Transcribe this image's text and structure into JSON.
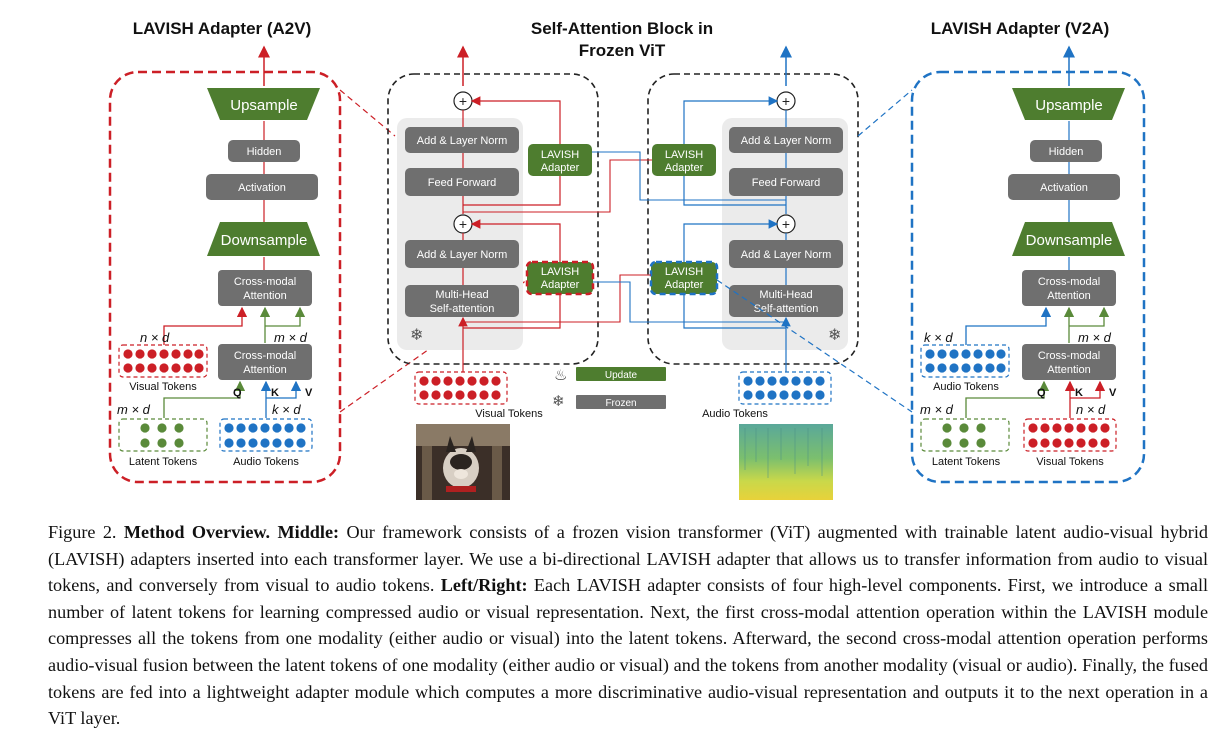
{
  "titles": {
    "left": "LAVISH Adapter (A2V)",
    "center_line1": "Self-Attention Block in",
    "center_line2": "Frozen ViT",
    "right": "LAVISH Adapter (V2A)"
  },
  "adapter": {
    "upsample": "Upsample",
    "hidden": "Hidden",
    "activation": "Activation",
    "downsample": "Downsample",
    "cross_modal_line1": "Cross-modal",
    "cross_modal_line2": "Attention",
    "q": "Q",
    "k": "K",
    "v": "V",
    "n_x_d": "n × d",
    "m_x_d": "m × d",
    "k_x_d": "k × d",
    "visual_tokens": "Visual Tokens",
    "audio_tokens": "Audio Tokens",
    "latent_tokens": "Latent Tokens"
  },
  "vit": {
    "add_layer_norm": "Add & Layer Norm",
    "feed_forward": "Feed Forward",
    "mhsa_line1": "Multi-Head",
    "mhsa_line2": "Self-attention",
    "lavish_line1": "LAVISH",
    "lavish_line2": "Adapter",
    "plus": "+"
  },
  "legend": {
    "update": "Update",
    "frozen": "Frozen"
  },
  "colors": {
    "red": "#cc1f26",
    "blue": "#1f73c4",
    "green": "#5a8a3a",
    "dark_green": "#4e7d2f",
    "gray_box": "#6f6f6f",
    "panel_bg": "#ebebeb"
  },
  "caption": {
    "fig_label": "Figure 2.",
    "method_overview": "Method Overview.",
    "middle_label": "Middle:",
    "s1": "Our framework consists of a frozen vision transformer (ViT) augmented with trainable latent audio-visual hybrid (",
    "lav1": "LAVISH",
    "s2": ") adapters inserted into each transformer layer. We use a bi-directional",
    "lav2": "LAVISH",
    "s3": "adapter that allows us to transfer information from audio to visual tokens, and conversely from visual to audio tokens.",
    "left_right_label": "Left/Right:",
    "s4": "Each",
    "lav3": "LAVISH",
    "s5": "adapter consists of four high-level components. First, we introduce a small number of latent tokens for learning compressed audio or visual representation. Next, the first cross-modal attention operation within the",
    "lav4": "LAVISH",
    "s6": "module compresses all the tokens from one modality (either audio or visual) into the latent tokens. Afterward, the second cross-modal attention operation performs audio-visual fusion between the latent tokens of one modality (either audio or visual) and the tokens from another modality (visual or audio). Finally, the fused tokens are fed into a lightweight adapter module which computes a more discriminative audio-visual representation and outputs it to the next operation in a ViT layer."
  }
}
